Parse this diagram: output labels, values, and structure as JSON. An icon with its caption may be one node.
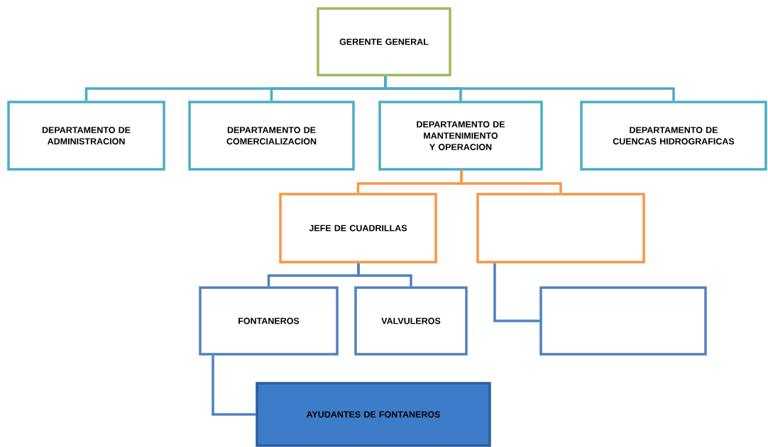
{
  "diagram": {
    "nodes": [
      {
        "text": [
          "GERENTE GENERAL"
        ]
      },
      {
        "text": [
          "DEPARTAMENTO DE ADMINISTRACION"
        ]
      },
      {
        "text": [
          "DEPARTAMENTO DE COMERCIALIZACION"
        ]
      },
      {
        "text": [
          "DEPARTAMENTO DE MANTENIMIENTO Y OPERACION"
        ]
      },
      {
        "text": [
          "DEPARTAMENTO DE CUENCAS HIDROGRAFICAS"
        ]
      },
      {
        "text": [
          "JEFE DE CUADRILLAS"
        ]
      },
      {
        "text": [],
        "shape": "box"
      },
      {
        "text": [
          "FONTANEROS"
        ]
      },
      {
        "text": [
          "VALVULEROS"
        ]
      },
      {
        "text": [],
        "shape": "box"
      },
      {
        "text": [
          "AYUDANTES DE FONTANEROS"
        ]
      }
    ],
    "edges": [
      {
        "from": 0,
        "to": 1,
        "arrow": "none"
      },
      {
        "from": 0,
        "to": 2,
        "arrow": "none"
      },
      {
        "from": 0,
        "to": 3,
        "arrow": "none"
      },
      {
        "from": 0,
        "to": 4,
        "arrow": "none"
      },
      {
        "from": 3,
        "to": 5,
        "arrow": "none",
        "color": "#f79646"
      },
      {
        "from": 3,
        "to": 6,
        "arrow": "none",
        "color": "#f79646"
      },
      {
        "from": 5,
        "to": 7,
        "arrow": "none",
        "color": "#4f81bd"
      },
      {
        "from": 5,
        "to": 8,
        "arrow": "none",
        "color": "#4f81bd"
      },
      {
        "from": 6,
        "to": 9,
        "arrow": "none",
        "color": "#4f81bd"
      },
      {
        "from": 7,
        "to": 10,
        "arrow": "none",
        "color": "#4f81bd"
      }
    ]
  }
}
